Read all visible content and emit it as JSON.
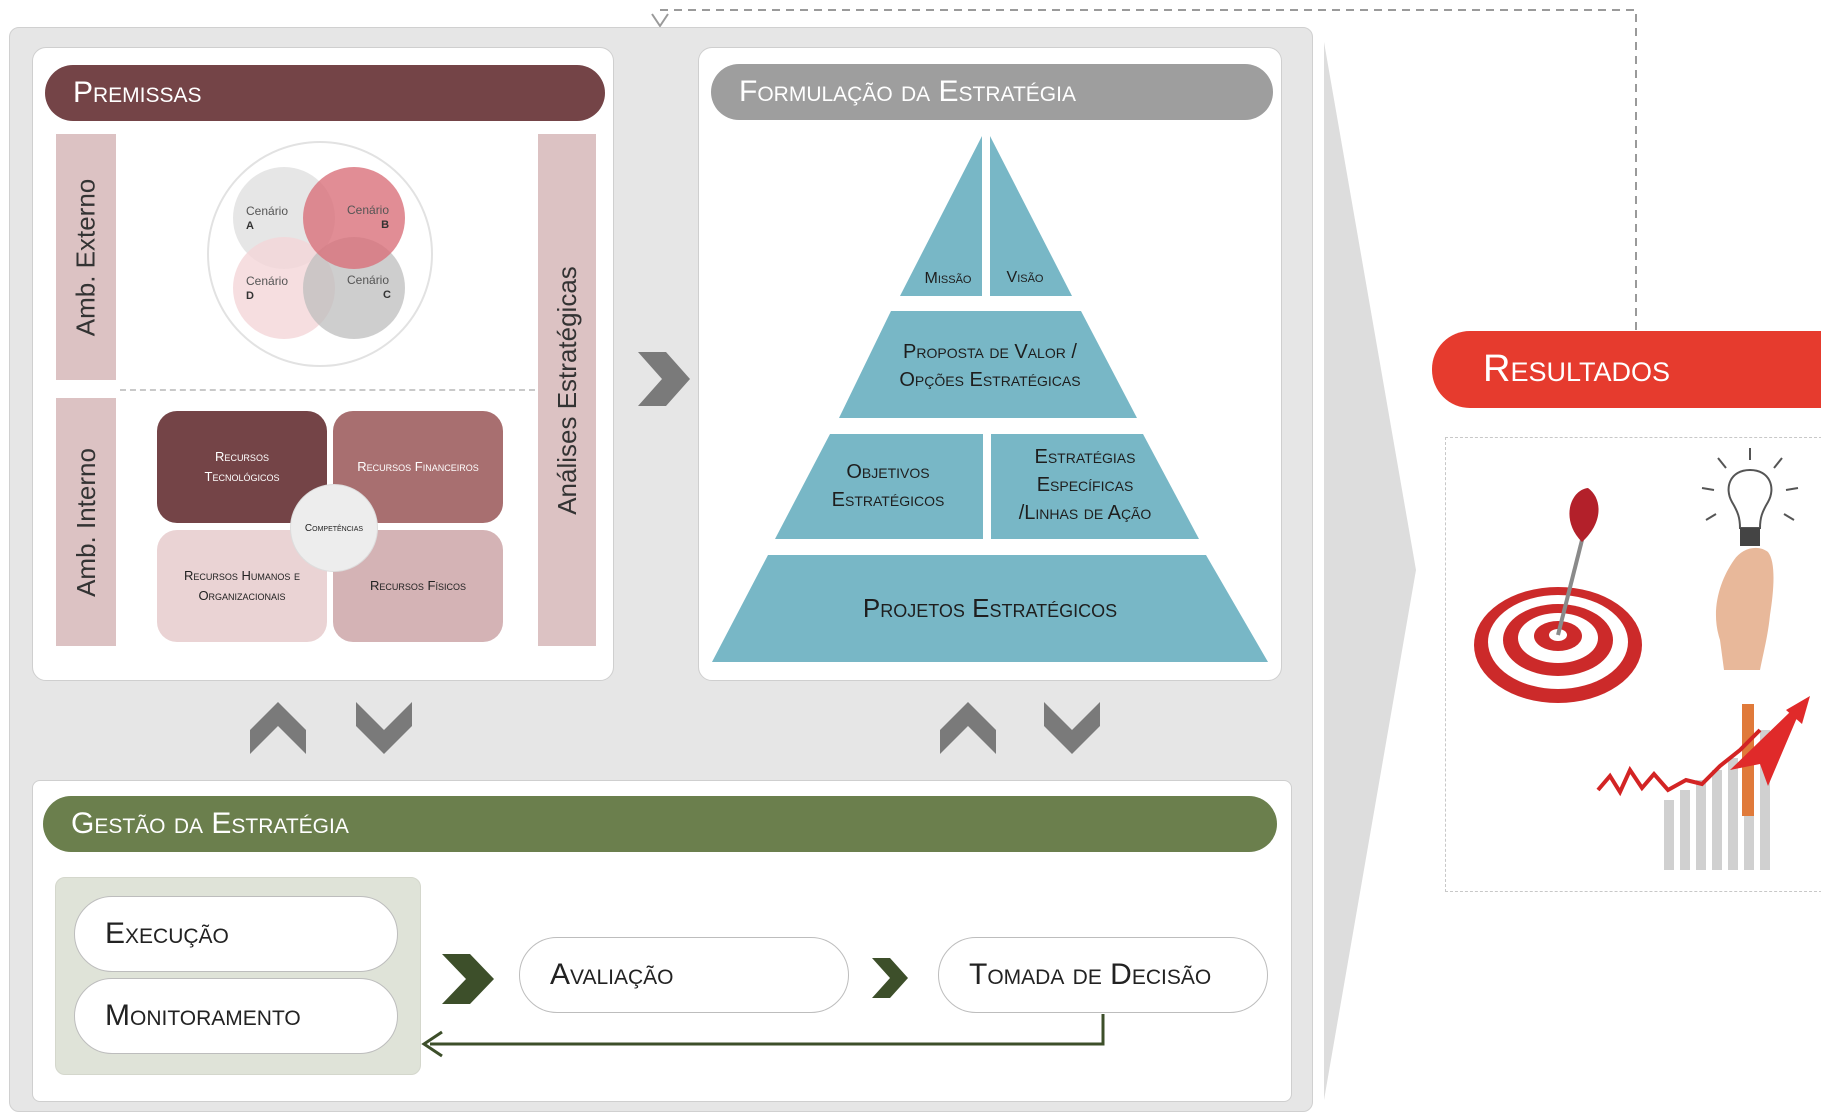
{
  "premissas": {
    "title": "Premissas",
    "amb_externo": "Amb. Externo",
    "amb_interno": "Amb. Interno",
    "analises": "Análises Estratégicas",
    "venn": {
      "a_word": "Cenário",
      "a_letter": "A",
      "b_word": "Cenário",
      "b_letter": "B",
      "c_word": "Cenário",
      "c_letter": "C",
      "d_word": "Cenário",
      "d_letter": "D"
    },
    "recursos": {
      "tecnologicos": "Recursos Tecnológicos",
      "financeiros": "Recursos Financeiros",
      "humanos": "Recursos Humanos e Organizacionais",
      "fisicos": "Recursos Físicos",
      "competencias": "Competências"
    }
  },
  "formulacao": {
    "title": "Formulação da Estratégia",
    "missao": "Missão",
    "visao": "Visão",
    "proposta_line1": "Proposta de Valor /",
    "proposta_line2": "Opções Estratégicas",
    "objetivos_line1": "Objetivos",
    "objetivos_line2": "Estratégicos",
    "especificas_line1": "Estratégias",
    "especificas_line2": "Específicas",
    "especificas_line3": "/Linhas de Ação",
    "projetos": "Projetos Estratégicos"
  },
  "gestao": {
    "title": "Gestão da Estratégia",
    "execucao": "Execução",
    "monitoramento": "Monitoramento",
    "avaliacao": "Avaliação",
    "tomada": "Tomada de Decisão"
  },
  "resultados": {
    "title": "Resultados"
  },
  "colors": {
    "premissas_banner": "#744447",
    "formulacao_banner": "#9e9e9e",
    "gestao_banner": "#6b7f4d",
    "resultados_banner": "#e63b2e",
    "pyramid": "#78b7c6",
    "arrow_gray": "#7a7a7a",
    "arrow_green": "#3d4f2a"
  }
}
